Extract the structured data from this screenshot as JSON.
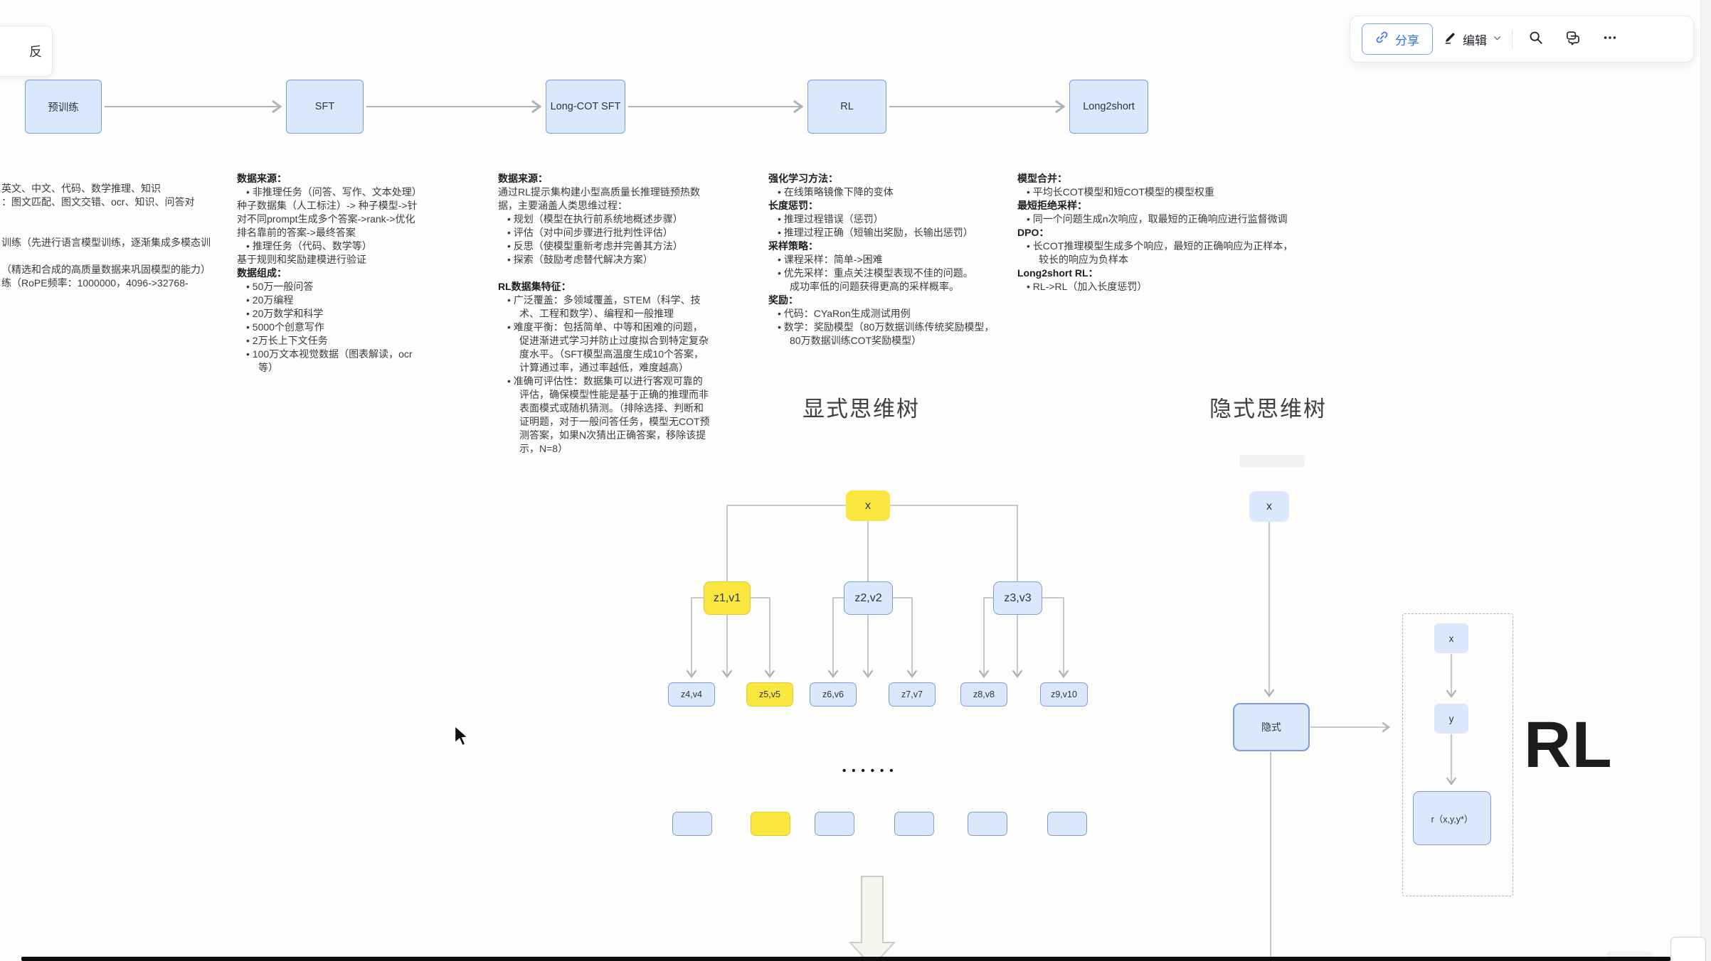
{
  "toolbar": {
    "share": "分享",
    "edit": "编辑"
  },
  "corner_button_label": "反",
  "pipeline": {
    "stages": [
      "预训练",
      "SFT",
      "Long-COT SFT",
      "RL",
      "Long2short"
    ]
  },
  "notes": {
    "col1": [
      {
        "t": "英文、中文、代码、数学推理、知识"
      },
      {
        "t": "：图文匹配、图文交错、ocr、知识、问答对"
      },
      {
        "t": ""
      },
      {
        "t": ""
      },
      {
        "t": "训练（先进行语言模型训练，逐渐集成多模态训"
      },
      {
        "t": ""
      },
      {
        "t": "（精选和合成的高质量数据来巩固模型的能力）"
      },
      {
        "t": "练（RoPE频率：1000000，4096->32768-"
      }
    ],
    "col2": [
      {
        "t": "数据来源：",
        "b": 1
      },
      {
        "t": "• 非推理任务（问答、写作、文本处理）",
        "i": 1
      },
      {
        "t": "种子数据集（人工标注）-> 种子模型->针"
      },
      {
        "t": "对不同prompt生成多个答案->rank->优化"
      },
      {
        "t": "排名靠前的答案->最终答案"
      },
      {
        "t": "• 推理任务（代码、数学等）",
        "i": 1
      },
      {
        "t": "基于规则和奖励建模进行验证"
      },
      {
        "t": "数据组成：",
        "b": 1
      },
      {
        "t": "• 50万一般问答",
        "i": 1
      },
      {
        "t": "• 20万编程",
        "i": 1
      },
      {
        "t": "• 20万数学和科学",
        "i": 1
      },
      {
        "t": "• 5000个创意写作",
        "i": 1
      },
      {
        "t": "• 2万长上下文任务",
        "i": 1
      },
      {
        "t": "• 100万文本视觉数据（图表解读，ocr",
        "i": 1
      },
      {
        "t": "等）",
        "i": 2
      }
    ],
    "col3": [
      {
        "t": "数据来源：",
        "b": 1
      },
      {
        "t": "通过RL提示集构建小型高质量长推理链预热数"
      },
      {
        "t": "据，主要涵盖人类思维过程："
      },
      {
        "t": "• 规划（模型在执行前系统地概述步骤）",
        "i": 1
      },
      {
        "t": "• 评估（对中间步骤进行批判性评估）",
        "i": 1
      },
      {
        "t": "• 反思（使模型重新考虑并完善其方法）",
        "i": 1
      },
      {
        "t": "• 探索（鼓励考虑替代解决方案）",
        "i": 1
      },
      {
        "t": ""
      },
      {
        "t": "RL数据集特征：",
        "b": 1
      },
      {
        "t": "• 广泛覆盖：多领域覆盖，STEM（科学、技",
        "i": 1
      },
      {
        "t": "术、工程和数学）、编程和一般推理",
        "i": 2
      },
      {
        "t": "• 难度平衡：包括简单、中等和困难的问题，",
        "i": 1
      },
      {
        "t": "促进渐进式学习并防止过度拟合到特定复杂",
        "i": 2
      },
      {
        "t": "度水平。（SFT模型高温度生成10个答案，",
        "i": 2
      },
      {
        "t": "计算通过率，通过率越低，难度越高）",
        "i": 2
      },
      {
        "t": "• 准确可评估性：数据集可以进行客观可靠的",
        "i": 1
      },
      {
        "t": "评估，确保模型性能是基于正确的推理而非",
        "i": 2
      },
      {
        "t": "表面模式或随机猜测。（排除选择、判断和",
        "i": 2
      },
      {
        "t": "证明题，对于一般问答任务，模型无COT预",
        "i": 2
      },
      {
        "t": "测答案，如果N次猜出正确答案，移除该提",
        "i": 2
      },
      {
        "t": "示，N=8）",
        "i": 2
      }
    ],
    "col4": [
      {
        "t": "强化学习方法：",
        "b": 1
      },
      {
        "t": "• 在线策略镜像下降的变体",
        "i": 1
      },
      {
        "t": "长度惩罚：",
        "b": 1
      },
      {
        "t": "• 推理过程错误（惩罚）",
        "i": 1
      },
      {
        "t": "• 推理过程正确（短输出奖励，长输出惩罚）",
        "i": 1
      },
      {
        "t": "采样策略：",
        "b": 1
      },
      {
        "t": "• 课程采样：简单->困难",
        "i": 1
      },
      {
        "t": "• 优先采样：重点关注模型表现不佳的问题。",
        "i": 1
      },
      {
        "t": "成功率低的问题获得更高的采样概率。",
        "i": 2
      },
      {
        "t": "奖励：",
        "b": 1
      },
      {
        "t": "• 代码：CYaRon生成测试用例",
        "i": 1
      },
      {
        "t": "• 数学：奖励模型（80万数据训练传统奖励模型，",
        "i": 1
      },
      {
        "t": "80万数据训练COT奖励模型）",
        "i": 2
      }
    ],
    "col5": [
      {
        "t": "模型合并：",
        "b": 1
      },
      {
        "t": "• 平均长COT模型和短COT模型的模型权重",
        "i": 1
      },
      {
        "t": "最短拒绝采样：",
        "b": 1
      },
      {
        "t": "• 同一个问题生成n次响应，取最短的正确响应进行监督微调",
        "i": 1
      },
      {
        "t": "DPO：",
        "b": 1
      },
      {
        "t": "• 长COT推理模型生成多个响应，最短的正确响应为正样本，",
        "i": 1
      },
      {
        "t": "较长的响应为负样本",
        "i": 2
      },
      {
        "t": "Long2short RL：",
        "b": 1
      },
      {
        "t": "• RL->RL（加入长度惩罚）",
        "i": 1
      }
    ]
  },
  "sections": {
    "explicit": "显式思维树",
    "implicit": "隐式思维树"
  },
  "tree": {
    "root": "x",
    "level2": [
      "z1,v1",
      "z2,v2",
      "z3,v3"
    ],
    "leaves": [
      "z4,v4",
      "z5,v5",
      "z6,v6",
      "z7,v7",
      "z8,v8",
      "z9,v10"
    ],
    "ellipsis": "••••••",
    "highlighted_nodes": [
      "x",
      "z1,v1",
      "z5,v5"
    ]
  },
  "implicit_flow": {
    "input": "x",
    "model": "隐式",
    "inner_x": "x",
    "inner_y": "y",
    "reward": "r（x,y,y*）",
    "rl": "RL"
  },
  "colors": {
    "accent_blue": "#3370ff",
    "node_fill": "#dbe7fa",
    "node_border": "#7d9ed8",
    "highlight_yellow": "#f9e73f",
    "wire_gray": "#b6bac0"
  }
}
